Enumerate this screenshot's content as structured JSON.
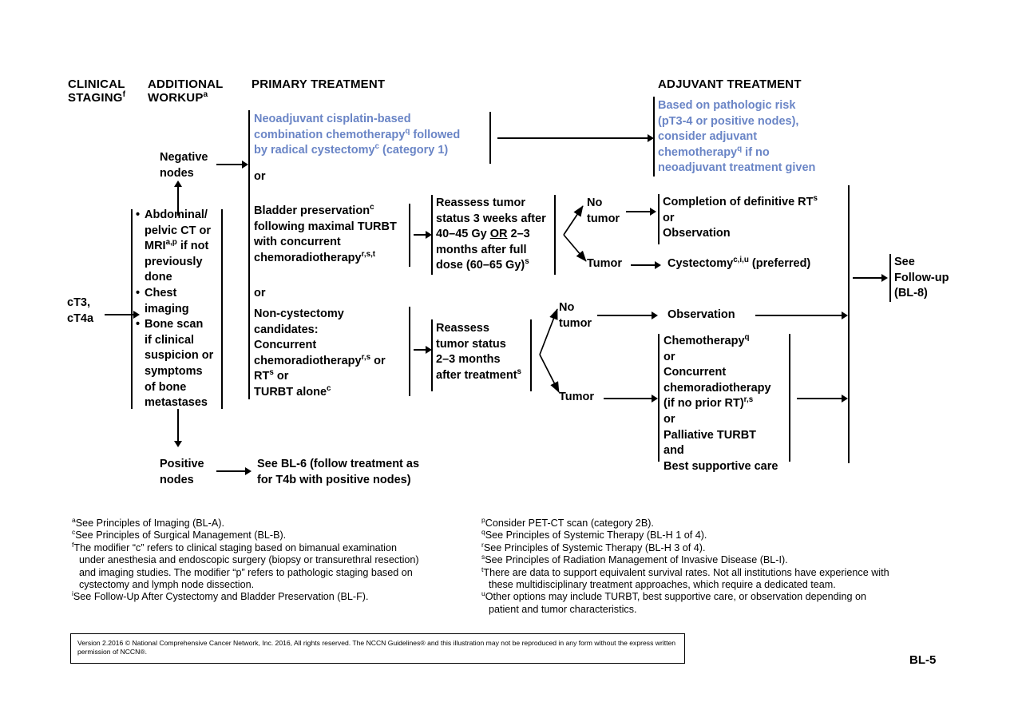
{
  "page": {
    "page_number": "BL-5",
    "copyright": "Version 2.2016 © National Comprehensive Cancer Network, Inc. 2016, All rights reserved. The NCCN Guidelines® and this illustration may not be reproduced in any form without the express written permission of NCCN®."
  },
  "accent_blue": "#6a85c6",
  "columns": {
    "clinical_staging": "CLINICAL\nSTAGING",
    "clinical_staging_line1": "CLINICAL",
    "clinical_staging_line2": "STAGING",
    "clinical_staging_sup": "f",
    "additional_workup_line1": "ADDITIONAL",
    "additional_workup_line2": "WORKUP",
    "additional_workup_sup": "a",
    "primary_treatment": "PRIMARY TREATMENT",
    "adjuvant_treatment": "ADJUVANT TREATMENT"
  },
  "staging": {
    "label_line1": "cT3,",
    "label_line2": "cT4a"
  },
  "workup": {
    "items": [
      "Abdominal/ pelvic CT or MRIa,p if not previously done",
      "Chest imaging",
      "Bone scan if clinical suspicion or symptoms of bone metastases"
    ],
    "item1_l1": "Abdominal/",
    "item1_l2": "pelvic CT or",
    "item1_l3pre": "MRI",
    "item1_l3sup": "a,p",
    "item1_l3post": " if not",
    "item1_l4": "previously",
    "item1_l5": "done",
    "item2_l1": "Chest",
    "item2_l2": "imaging",
    "item3_l1": "Bone scan",
    "item3_l2": "if clinical",
    "item3_l3": "suspicion or",
    "item3_l4": "symptoms",
    "item3_l5": "of bone",
    "item3_l6": "metastases"
  },
  "nodes_branch": {
    "negative_l1": "Negative",
    "negative_l2": "nodes",
    "positive_l1": "Positive",
    "positive_l2": "nodes",
    "positive_target_l1": "See BL-6 (follow treatment as",
    "positive_target_l2": "for T4b with positive nodes)"
  },
  "primary": {
    "neoadjuvant": {
      "l1": "Neoadjuvant cisplatin-based",
      "l2pre": "combination chemotherapy",
      "l2sup": "q",
      "l2post": " followed",
      "l3pre": "by radical cystectomy",
      "l3sup": "c",
      "l3post": " (category 1)"
    },
    "or1": "or",
    "bladder_preservation": {
      "l1pre": "Bladder preservation",
      "l1sup": "c",
      "l2": "following maximal TURBT",
      "l3": "with concurrent",
      "l4pre": "chemoradiotherapy",
      "l4sup": "r,s,t"
    },
    "or2": "or",
    "non_cystectomy": {
      "l1": "Non-cystectomy",
      "l2": "candidates:",
      "l3": "Concurrent",
      "l4pre": "chemoradiotherapy",
      "l4sup": "r,s",
      "l4post": " or",
      "l5pre": "RT",
      "l5sup": "s",
      "l5post": " or",
      "l6pre": "TURBT alone",
      "l6sup": "c"
    }
  },
  "reassess_a": {
    "l1": "Reassess tumor",
    "l2": "status 3 weeks after",
    "l3pre": "40–45 Gy ",
    "l3or": "OR",
    "l3post": " 2–3",
    "l4": "months after full",
    "l5pre": "dose (60–65 Gy)",
    "l5sup": "s"
  },
  "reassess_b": {
    "l1": "Reassess",
    "l2": "tumor status",
    "l3": "2–3 months",
    "l4pre": "after treatment",
    "l4sup": "s"
  },
  "outcomes": {
    "no_tumor_l1": "No",
    "no_tumor_l2": "tumor",
    "tumor": "Tumor"
  },
  "adjuvant": {
    "pathologic_risk": {
      "l1": "Based on pathologic risk",
      "l2": "(pT3-4 or positive nodes),",
      "l3": "consider adjuvant",
      "l4pre": "chemotherapy",
      "l4sup": "q",
      "l4post": " if no",
      "l5": "neoadjuvant treatment given"
    },
    "definitive_rt": {
      "l1pre": "Completion of definitive RT",
      "l1sup": "s",
      "l2": "or",
      "l3": "Observation"
    },
    "cystectomy": {
      "pre": "Cystectomy",
      "sup": "c,i,u",
      "post": " (preferred)"
    },
    "observation": "Observation",
    "salvage": {
      "l1pre": "Chemotherapy",
      "l1sup": "q",
      "l2": "or",
      "l3": "Concurrent",
      "l4": "chemoradiotherapy",
      "l5pre": "(if no prior RT)",
      "l5sup": "r,s",
      "l6": "or",
      "l7": "Palliative TURBT",
      "l8": "and",
      "l9": "Best supportive care"
    }
  },
  "followup": {
    "l1": "See",
    "l2": "Follow-up",
    "l3": "(BL-8)"
  },
  "footnotes_left": [
    {
      "sup": "a",
      "text": "See Principles of Imaging (BL-A).",
      "cont": []
    },
    {
      "sup": "c",
      "text": "See Principles of Surgical Management (BL-B).",
      "cont": []
    },
    {
      "sup": "f",
      "text": "The modifier “c” refers to clinical staging based on bimanual examination",
      "cont": [
        "under anesthesia and endoscopic surgery (biopsy or transurethral resection)",
        "and imaging studies. The modifier “p” refers to pathologic staging based on",
        "cystectomy and lymph node dissection."
      ]
    },
    {
      "sup": "i",
      "text": "See Follow-Up After Cystectomy and Bladder Preservation (BL-F).",
      "cont": []
    }
  ],
  "footnotes_right": [
    {
      "sup": "p",
      "text": "Consider PET-CT scan (category 2B).",
      "cont": []
    },
    {
      "sup": "q",
      "text": "See Principles of Systemic Therapy (BL-H 1 of 4).",
      "cont": []
    },
    {
      "sup": "r",
      "text": "See Principles of Systemic Therapy (BL-H 3 of 4).",
      "cont": []
    },
    {
      "sup": "s",
      "text": "See Principles of Radiation Management of Invasive Disease (BL-I).",
      "cont": []
    },
    {
      "sup": "t",
      "text": "There are data to support equivalent survival rates. Not all institutions have experience with",
      "cont": [
        "these multidisciplinary treatment approaches, which require a dedicated team."
      ]
    },
    {
      "sup": "u",
      "text": "Other options may include TURBT, best supportive care, or observation depending on",
      "cont": [
        "patient and tumor characteristics."
      ]
    }
  ]
}
